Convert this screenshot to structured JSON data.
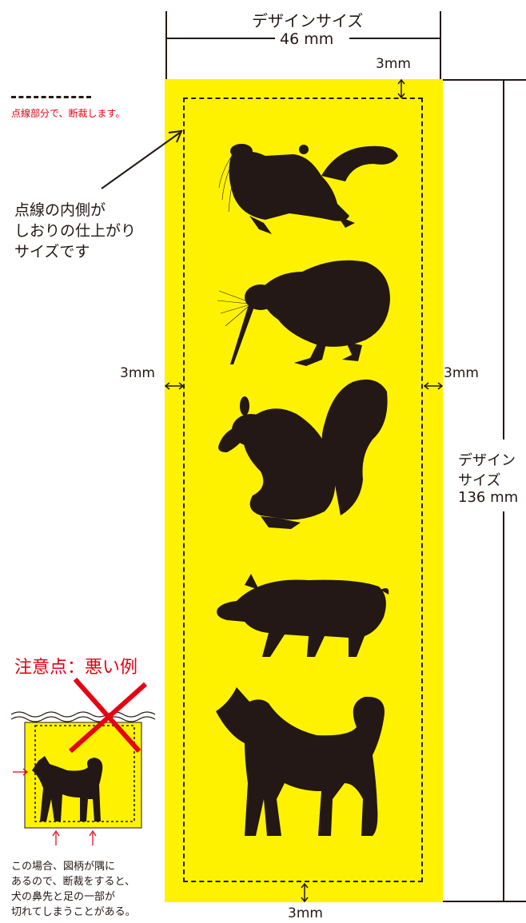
{
  "width_dimension": {
    "label": "デザインサイズ",
    "value": "46 mm"
  },
  "bleed_top": "3mm",
  "bleed_left": "3mm",
  "bleed_right": "3mm",
  "bleed_bottom": "3mm",
  "height_dimension": {
    "line1": "デザイン",
    "line2": "サイズ",
    "line3": "136 mm"
  },
  "cut_line_legend": "点線部分で、断裁します。",
  "inner_note": {
    "line1": "点線の内側が",
    "line2": "しおりの仕上がり",
    "line3": "サイズです"
  },
  "warning": {
    "title": "注意点：悪い例",
    "line1": "この場合、図柄が隅に",
    "line2": "あるので、断裁をすると、",
    "line3": "犬の鼻先と足の一部が",
    "line4": "切れてしまうことがある。"
  },
  "silhouettes": [
    "flying-squirrel",
    "kiwi",
    "squirrel",
    "pig",
    "dog"
  ],
  "colors": {
    "panel": "#fff200",
    "ink": "#231815",
    "warning": "#e60012"
  }
}
